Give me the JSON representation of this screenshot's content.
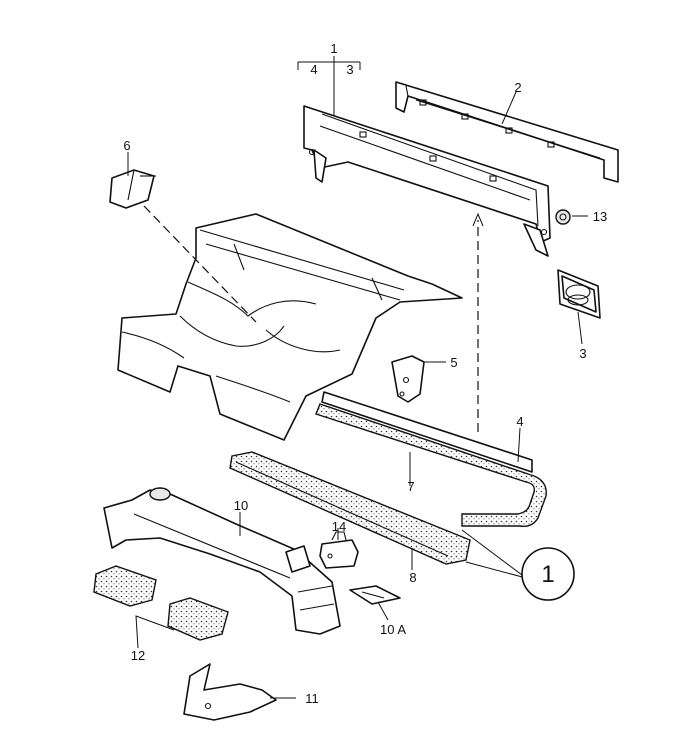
{
  "labels": {
    "p1": "1",
    "p1_sub_a": "4",
    "p1_sub_b": "3",
    "p2": "2",
    "p3": "3",
    "p4": "4",
    "p5": "5",
    "p6": "6",
    "p7": "7",
    "p8": "8",
    "p10": "10",
    "p10a": "10 A",
    "p11": "11",
    "p12": "12",
    "p13": "13",
    "p14": "14",
    "circle_ref": "1"
  }
}
